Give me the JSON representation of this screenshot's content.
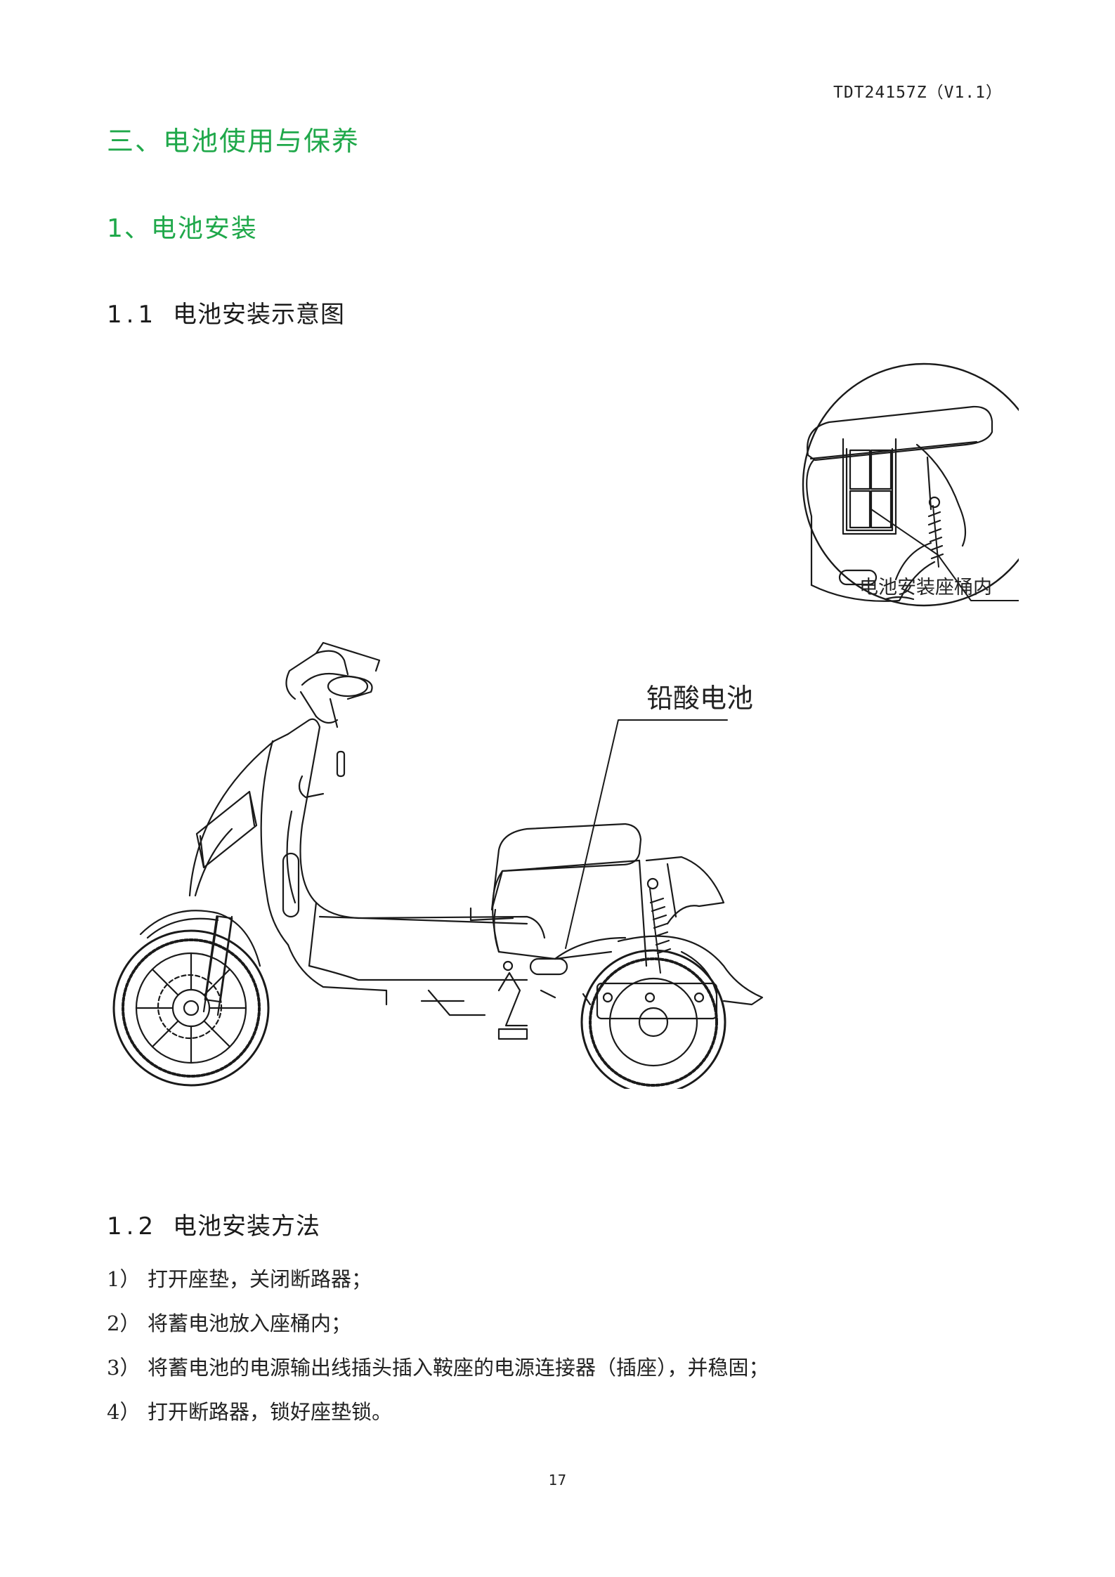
{
  "header": {
    "doc_code": "TDT24157Z（V1.1）"
  },
  "section": {
    "title": "三、电池使用与保养"
  },
  "subsection": {
    "title": "1、电池安装"
  },
  "diagram_section": {
    "number": "1.1",
    "title": "电池安装示意图"
  },
  "figure": {
    "callout_seat_bucket": "电池安装座桶内",
    "callout_battery": "铅酸电池"
  },
  "method_section": {
    "number": "1.2",
    "title": "电池安装方法"
  },
  "steps": [
    {
      "num": "1）",
      "text": "打开座垫，关闭断路器；"
    },
    {
      "num": "2）",
      "text": "将蓄电池放入座桶内；"
    },
    {
      "num": "3）",
      "text": "将蓄电池的电源输出线插头插入鞍座的电源连接器（插座），并稳固；"
    },
    {
      "num": "4）",
      "text": "打开断路器，锁好座垫锁。"
    }
  ],
  "footer": {
    "page_number": "17"
  }
}
